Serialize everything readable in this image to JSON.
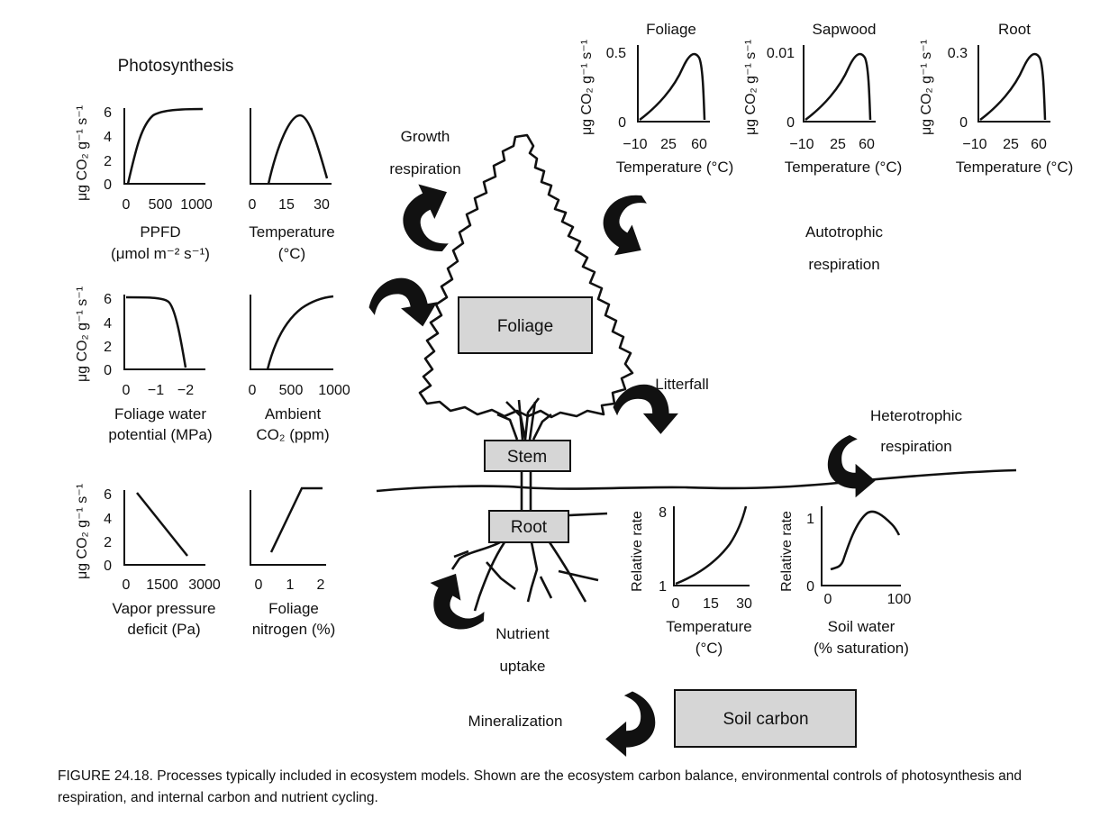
{
  "photosynthesis": {
    "title": "Photosynthesis",
    "ylabel": "μg CO₂ g⁻¹ s⁻¹",
    "panels": [
      {
        "xlabel": [
          "PPFD",
          "(μmol m⁻² s⁻¹)"
        ],
        "xticks": [
          "0",
          "500",
          "1000"
        ],
        "yticks": [
          "0",
          "2",
          "4",
          "6"
        ]
      },
      {
        "xlabel": [
          "Temperature",
          "(°C)"
        ],
        "xticks": [
          "0",
          "15",
          "30"
        ]
      },
      {
        "xlabel": [
          "Foliage water",
          "potential (MPa)"
        ],
        "xticks": [
          "0",
          "−1",
          "−2"
        ],
        "yticks": [
          "0",
          "2",
          "4",
          "6"
        ]
      },
      {
        "xlabel": [
          "Ambient",
          "CO₂ (ppm)"
        ],
        "xticks": [
          "0",
          "500",
          "1000"
        ]
      },
      {
        "xlabel": [
          "Vapor pressure",
          "deficit (Pa)"
        ],
        "xticks": [
          "0",
          "1500",
          "3000"
        ],
        "yticks": [
          "0",
          "2",
          "4",
          "6"
        ]
      },
      {
        "xlabel": [
          "Foliage",
          "nitrogen (%)"
        ],
        "xticks": [
          "0",
          "1",
          "2"
        ]
      }
    ]
  },
  "autotrophic": {
    "ylabel": "μg CO₂ g⁻¹ s⁻¹",
    "xlabel": "Temperature (°C)",
    "xticks": [
      "−10",
      "25",
      "60"
    ],
    "panels": [
      {
        "title": "Foliage",
        "ymax": "0.5",
        "ymin": "0"
      },
      {
        "title": "Sapwood",
        "ymax": "0.01",
        "ymin": "0"
      },
      {
        "title": "Root",
        "ymax": "0.3",
        "ymin": "0"
      }
    ],
    "label": [
      "Autotrophic",
      "respiration"
    ]
  },
  "heterotrophic": {
    "label": [
      "Heterotrophic",
      "respiration"
    ],
    "ylabel": "Relative rate",
    "panels": [
      {
        "xlabel": [
          "Temperature",
          "(°C)"
        ],
        "xticks": [
          "0",
          "15",
          "30"
        ],
        "yticks": [
          "1",
          "8"
        ]
      },
      {
        "xlabel": [
          "Soil water",
          "(% saturation)"
        ],
        "xticks": [
          "0",
          "100"
        ],
        "yticks": [
          "0",
          "1"
        ]
      }
    ]
  },
  "tree": {
    "foliage": "Foliage",
    "stem": "Stem",
    "root": "Root",
    "soil_carbon": "Soil carbon",
    "growth_respiration": [
      "Growth",
      "respiration"
    ],
    "litterfall": "Litterfall",
    "nutrient_uptake": [
      "Nutrient",
      "uptake"
    ],
    "mineralization": "Mineralization"
  },
  "caption": "FIGURE 24.18. Processes typically included in ecosystem models. Shown are the ecosystem carbon balance, environmental controls of photosynthesis and respiration, and internal carbon and nutrient cycling."
}
